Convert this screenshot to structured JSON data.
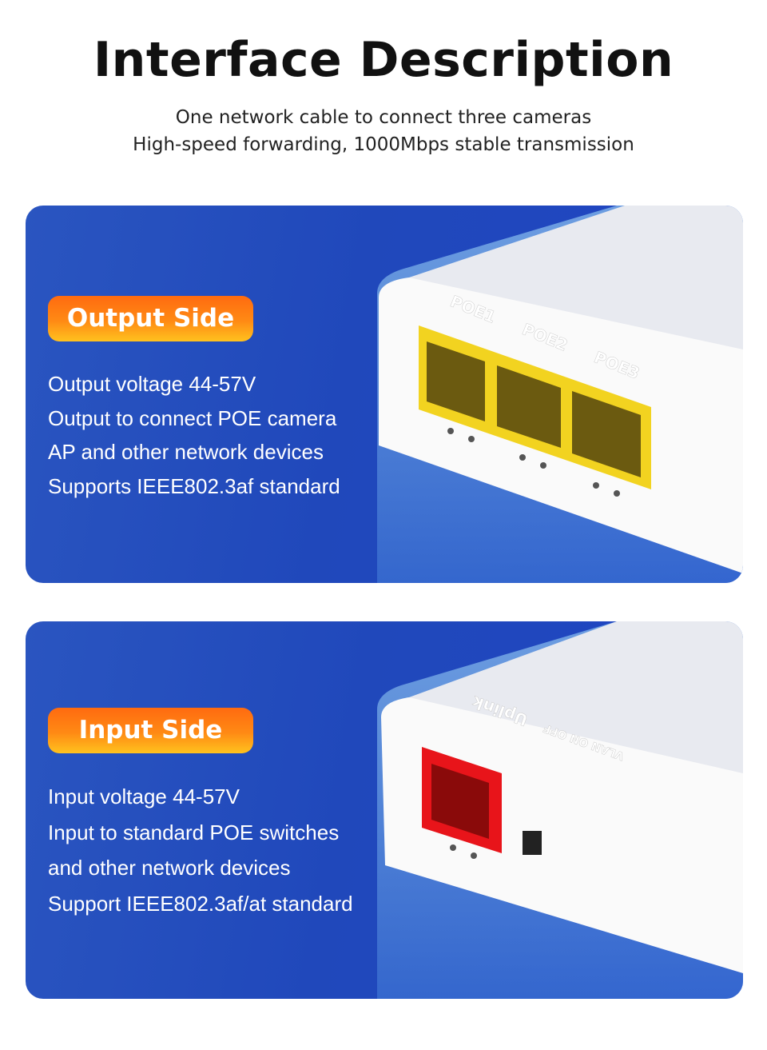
{
  "header": {
    "title": "Interface Description",
    "subtitle_lines": [
      "One network cable to connect three cameras",
      "High-speed forwarding, 1000Mbps stable transmission"
    ]
  },
  "output_panel": {
    "badge": "Output Side",
    "lines": [
      "Output voltage 44-57V",
      "Output to connect POE camera",
      "AP and other network devices",
      "Supports IEEE802.3af standard"
    ],
    "port_labels": [
      "POE1",
      "POE2",
      "POE3"
    ],
    "port_color": "#f2d320"
  },
  "input_panel": {
    "badge": "Input Side",
    "lines": [
      "Input voltage 44-57V",
      "Input to standard POE switches",
      "and other network devices",
      "Support IEEE802.3af/at standard"
    ],
    "port_labels": [
      "Uplink",
      "VLAN ON OFF"
    ],
    "port_color": "#e8141a"
  },
  "colors": {
    "panel_blue": "#2048bb",
    "badge_orange": "#ff7a12"
  }
}
